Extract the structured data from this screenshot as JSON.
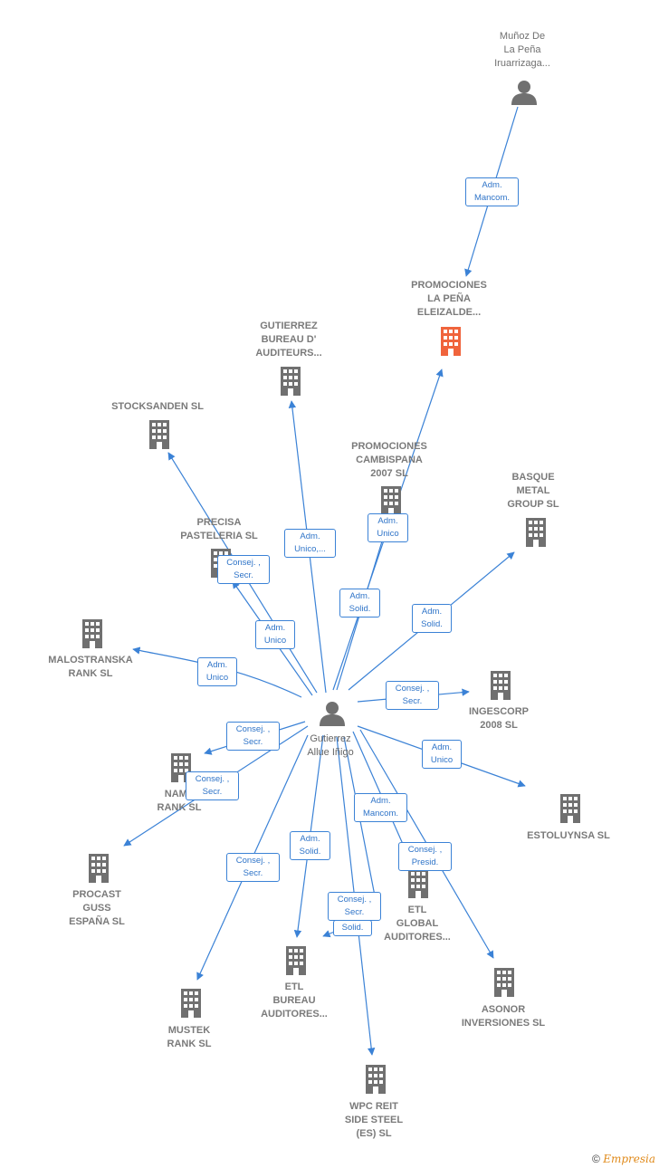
{
  "colors": {
    "edge": "#3b82d6",
    "building": "#707070",
    "building_highlight": "#f0643c",
    "person": "#707070"
  },
  "nodes": {
    "munoz": {
      "label": "Muñoz De\nLa Peña\nIruarrizaga...",
      "icon": "person-icon"
    },
    "promociones_pena": {
      "label": "PROMOCIONES\nLA PEÑA\nELEIZALDE...",
      "icon": "building-icon"
    },
    "gutierrez_bureau": {
      "label": "GUTIERREZ\nBUREAU D'\nAUDITEURS...",
      "icon": "building-icon"
    },
    "stocksanden": {
      "label": "STOCKSANDEN SL",
      "icon": "building-icon"
    },
    "promociones_cambispana": {
      "label": "PROMOCIONES\nCAMBISPANA\n2007 SL",
      "icon": "building-icon"
    },
    "basque_metal": {
      "label": "BASQUE\nMETAL\nGROUP  SL",
      "icon": "building-icon"
    },
    "precisa": {
      "label": "PRECISA\nPASTELERIA SL",
      "icon": "building-icon"
    },
    "malostranska": {
      "label": "MALOSTRANSKA\nRANK  SL",
      "icon": "building-icon"
    },
    "ingescorp": {
      "label": "INGESCORP\n2008 SL",
      "icon": "building-icon"
    },
    "gutierrez_allue": {
      "label": "Gutierrez\nAllue Iñigo",
      "icon": "person-icon"
    },
    "name_rank": {
      "label": "NAME\nRANK  SL",
      "icon": "building-icon"
    },
    "estoluynsa": {
      "label": "ESTOLUYNSA SL",
      "icon": "building-icon"
    },
    "procast": {
      "label": "PROCAST\nGUSS\nESPAÑA  SL",
      "icon": "building-icon"
    },
    "etl_global": {
      "label": "ETL\nGLOBAL\nAUDITORES...",
      "icon": "building-icon"
    },
    "etl_bureau": {
      "label": "ETL\nBUREAU\nAUDITORES...",
      "icon": "building-icon"
    },
    "asonor": {
      "label": "ASONOR\nINVERSIONES SL",
      "icon": "building-icon"
    },
    "mustek": {
      "label": "MUSTEK\nRANK  SL",
      "icon": "building-icon"
    },
    "wpc": {
      "label": "WPC REIT\nSIDE STEEL\n(ES)  SL",
      "icon": "building-icon"
    }
  },
  "edges": [
    {
      "id": "e_munoz",
      "label": "Adm.\nMancom."
    },
    {
      "id": "e_bureau",
      "label": "Adm.\nUnico,..."
    },
    {
      "id": "e_cambispana",
      "label": "Adm.\nUnico"
    },
    {
      "id": "e_pena",
      "label": "Adm.\nSolid."
    },
    {
      "id": "e_stocksanden",
      "label": "Consej. ,\nSecr."
    },
    {
      "id": "e_precisa",
      "label": "Adm.\nUnico"
    },
    {
      "id": "e_basque",
      "label": "Adm.\nSolid."
    },
    {
      "id": "e_malostranska",
      "label": "Adm.\nUnico"
    },
    {
      "id": "e_ingescorp",
      "label": "Consej. ,\nSecr."
    },
    {
      "id": "e_name",
      "label": "Consej. ,\nSecr."
    },
    {
      "id": "e_procast",
      "label": "Consej. ,\nSecr."
    },
    {
      "id": "e_estoluynsa",
      "label": "Adm.\nUnico"
    },
    {
      "id": "e_etl_global_mancom",
      "label": "Adm.\nMancom."
    },
    {
      "id": "e_asonor",
      "label": "Consej. ,\nPresid."
    },
    {
      "id": "e_etl_bureau",
      "label": "Adm.\nSolid."
    },
    {
      "id": "e_mustek",
      "label": "Consej. ,\nSecr."
    },
    {
      "id": "e_wpc",
      "label": "Consej. ,\nSecr."
    },
    {
      "id": "e_solid2",
      "label": "Solid."
    }
  ],
  "footer": {
    "copyright": "©",
    "brand": "Empresia"
  }
}
